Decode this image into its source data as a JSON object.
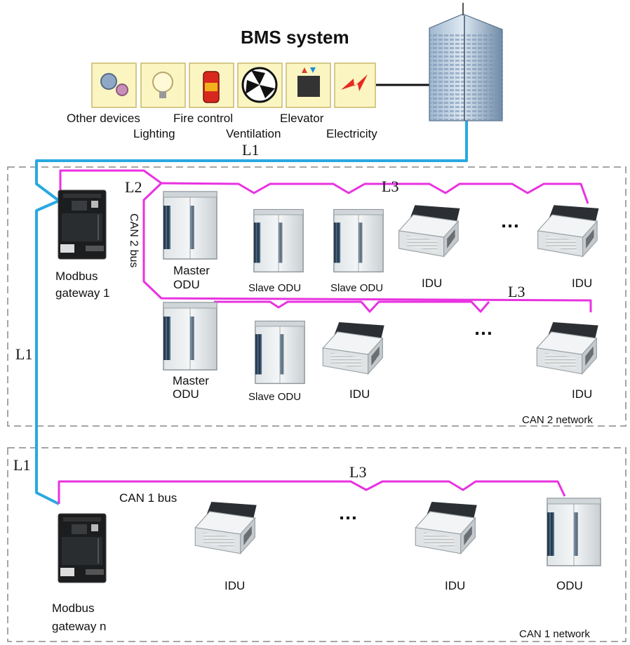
{
  "title": "BMS system",
  "subsystems": {
    "other_devices": "Other devices",
    "lighting": "Lighting",
    "fire_control": "Fire control",
    "ventilation": "Ventilation",
    "elevator": "Elevator",
    "electricity": "Electricity"
  },
  "lines": {
    "l1": "L1",
    "l2": "L2",
    "l3": "L3"
  },
  "buses": {
    "can2": "CAN 2 bus",
    "can1": "CAN 1 bus"
  },
  "networks": {
    "can2": "CAN 2 network",
    "can1": "CAN 1 network"
  },
  "gateways": {
    "g1_line1": "Modbus",
    "g1_line2": "gateway 1",
    "gn_line1": "Modbus",
    "gn_line2": "gateway n"
  },
  "units": {
    "master_line1": "Master",
    "master_line2": "ODU",
    "slave": "Slave ODU",
    "idu": "IDU",
    "odu": "ODU"
  },
  "ellipsis": "…",
  "colors": {
    "l1_line": "#29a9e0",
    "can_line": "#e832e0",
    "frame": "#888888"
  }
}
